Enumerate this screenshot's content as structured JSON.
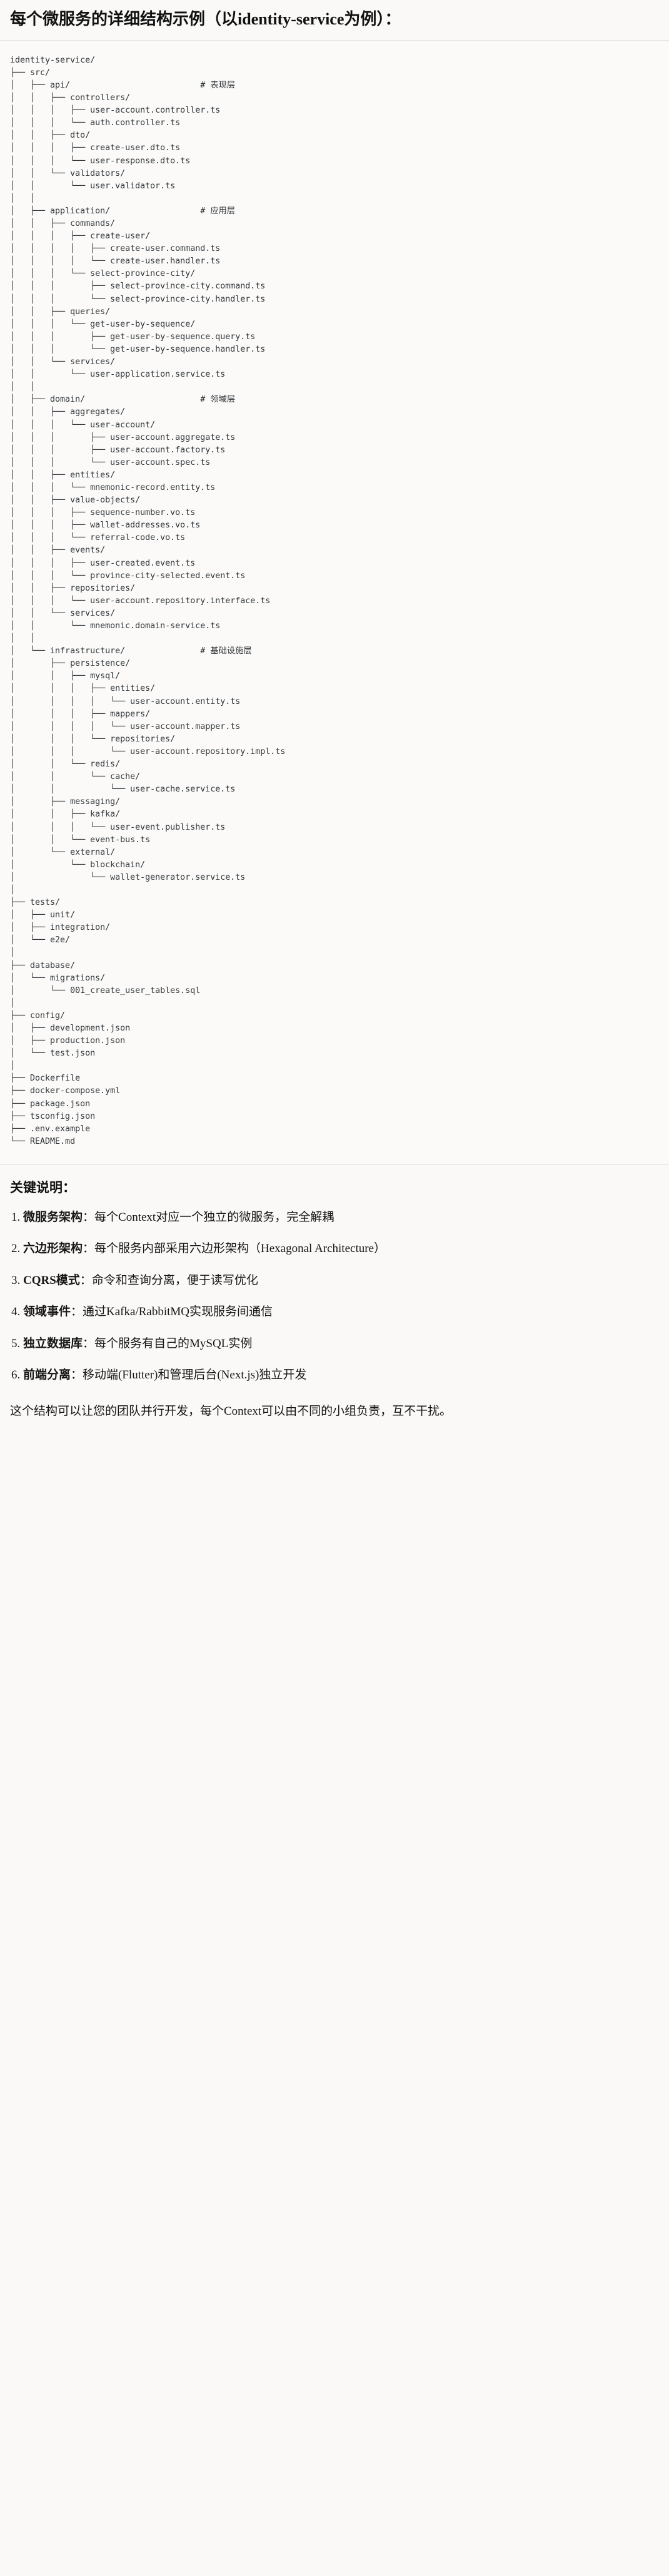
{
  "header": {
    "title": "每个微服务的详细结构示例（以identity-service为例）："
  },
  "tree": {
    "root": "identity-service/",
    "text": "identity-service/\n├── src/\n│   ├── api/                          # 表现层\n│   │   ├── controllers/\n│   │   │   ├── user-account.controller.ts\n│   │   │   └── auth.controller.ts\n│   │   ├── dto/\n│   │   │   ├── create-user.dto.ts\n│   │   │   └── user-response.dto.ts\n│   │   └── validators/\n│   │       └── user.validator.ts\n│   │\n│   ├── application/                  # 应用层\n│   │   ├── commands/\n│   │   │   ├── create-user/\n│   │   │   │   ├── create-user.command.ts\n│   │   │   │   └── create-user.handler.ts\n│   │   │   └── select-province-city/\n│   │   │       ├── select-province-city.command.ts\n│   │   │       └── select-province-city.handler.ts\n│   │   ├── queries/\n│   │   │   └── get-user-by-sequence/\n│   │   │       ├── get-user-by-sequence.query.ts\n│   │   │       └── get-user-by-sequence.handler.ts\n│   │   └── services/\n│   │       └── user-application.service.ts\n│   │\n│   ├── domain/                       # 领域层\n│   │   ├── aggregates/\n│   │   │   └── user-account/\n│   │   │       ├── user-account.aggregate.ts\n│   │   │       ├── user-account.factory.ts\n│   │   │       └── user-account.spec.ts\n│   │   ├── entities/\n│   │   │   └── mnemonic-record.entity.ts\n│   │   ├── value-objects/\n│   │   │   ├── sequence-number.vo.ts\n│   │   │   ├── wallet-addresses.vo.ts\n│   │   │   └── referral-code.vo.ts\n│   │   ├── events/\n│   │   │   ├── user-created.event.ts\n│   │   │   └── province-city-selected.event.ts\n│   │   ├── repositories/\n│   │   │   └── user-account.repository.interface.ts\n│   │   └── services/\n│   │       └── mnemonic.domain-service.ts\n│   │\n│   └── infrastructure/               # 基础设施层\n│       ├── persistence/\n│       │   ├── mysql/\n│       │   │   ├── entities/\n│       │   │   │   └── user-account.entity.ts\n│       │   │   ├── mappers/\n│       │   │   │   └── user-account.mapper.ts\n│       │   │   └── repositories/\n│       │   │       └── user-account.repository.impl.ts\n│       │   └── redis/\n│       │       └── cache/\n│       │           └── user-cache.service.ts\n│       ├── messaging/\n│       │   ├── kafka/\n│       │   │   └── user-event.publisher.ts\n│       │   └── event-bus.ts\n│       └── external/\n│           └── blockchain/\n│               └── wallet-generator.service.ts\n│\n├── tests/\n│   ├── unit/\n│   ├── integration/\n│   └── e2e/\n│\n├── database/\n│   └── migrations/\n│       └── 001_create_user_tables.sql\n│\n├── config/\n│   ├── development.json\n│   ├── production.json\n│   └── test.json\n│\n├── Dockerfile\n├── docker-compose.yml\n├── package.json\n├── tsconfig.json\n├── .env.example\n└── README.md",
    "layer_comments": [
      {
        "path": "api/",
        "comment": "# 表现层"
      },
      {
        "path": "application/",
        "comment": "# 应用层"
      },
      {
        "path": "domain/",
        "comment": "# 领域层"
      },
      {
        "path": "infrastructure/",
        "comment": "# 基础设施层"
      }
    ]
  },
  "notes": {
    "heading": "关键说明：",
    "items": [
      {
        "num": "1.",
        "term": "微服务架构",
        "sep": "：",
        "desc": "每个Context对应一个独立的微服务，完全解耦"
      },
      {
        "num": "2.",
        "term": "六边形架构",
        "sep": "：",
        "desc": "每个服务内部采用六边形架构（Hexagonal Architecture）"
      },
      {
        "num": "3.",
        "term": "CQRS模式",
        "sep": "：",
        "desc": "命令和查询分离，便于读写优化"
      },
      {
        "num": "4.",
        "term": "领域事件",
        "sep": "：",
        "desc": "通过Kafka/RabbitMQ实现服务间通信"
      },
      {
        "num": "5.",
        "term": "独立数据库",
        "sep": "：",
        "desc": "每个服务有自己的MySQL实例"
      },
      {
        "num": "6.",
        "term": "前端分离",
        "sep": "：",
        "desc": "移动端(Flutter)和管理后台(Next.js)独立开发"
      }
    ],
    "closing": "这个结构可以让您的团队并行开发，每个Context可以由不同的小组负责，互不干扰。"
  }
}
